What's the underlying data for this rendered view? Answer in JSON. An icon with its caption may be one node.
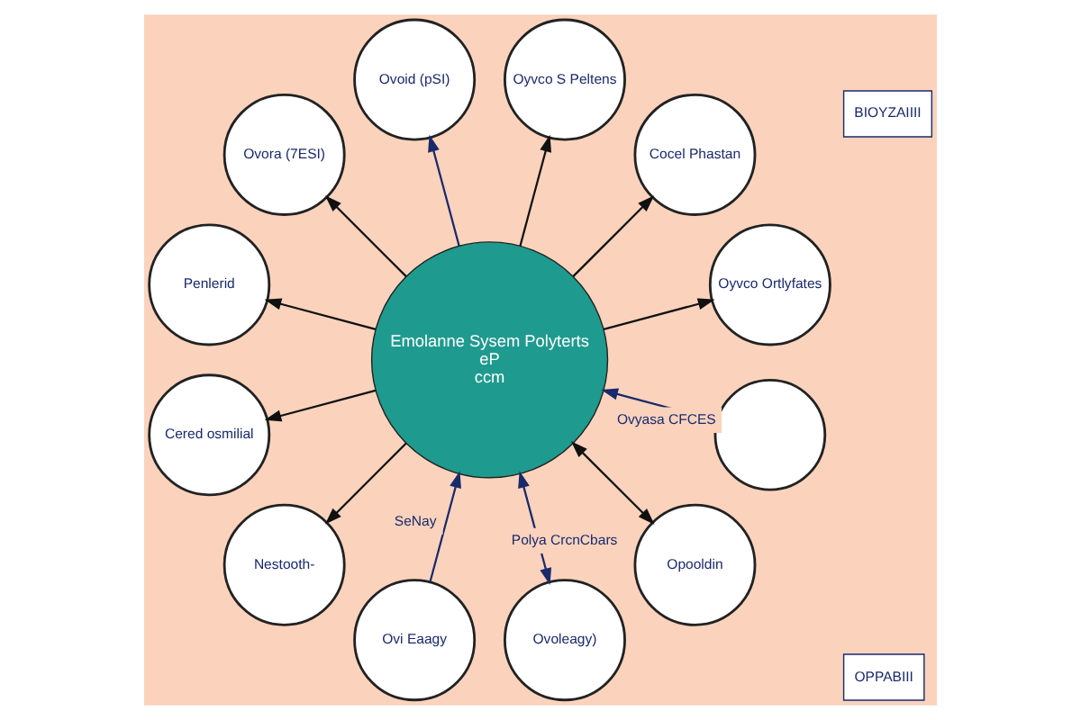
{
  "diagram": {
    "nodes": [
      {
        "text": [
          "Oyvco Ortlyfates"
        ]
      },
      {
        "text": [
          "Cocel Phastan"
        ]
      },
      {
        "text": [
          "Oyvco S Peltens"
        ]
      },
      {
        "text": [
          "Ovi Eaagy"
        ]
      },
      {
        "text": [
          "Emolanne Sysem Polyterts",
          "eP",
          "ccm"
        ]
      },
      {
        "text": [
          "Ovoleagy)"
        ]
      },
      {
        "text": [
          "Ovoid (pSI)"
        ]
      },
      {
        "text": [
          "Ovora (7ESI)"
        ]
      },
      {
        "text": [
          "Opooldin"
        ]
      },
      {
        "text": [],
        "shape": "circle"
      },
      {
        "text": [
          "Penlerid"
        ]
      },
      {
        "text": [
          "Cered osmilial"
        ]
      },
      {
        "text": [
          "Nestooth-"
        ]
      }
    ],
    "edges": [
      {
        "from": 4,
        "to": 0,
        "arrow": "to"
      },
      {
        "from": 4,
        "to": 1,
        "arrow": "to"
      },
      {
        "from": 4,
        "to": 2,
        "arrow": "to"
      },
      {
        "from": 3,
        "to": 4,
        "arrow": "to",
        "label": "SeNay",
        "color": "#1a2a6c"
      },
      {
        "from": 5,
        "to": 4,
        "arrow": "both",
        "label": "Polya CrcnCbars",
        "color": "#1a2a6c"
      },
      {
        "from": 4,
        "to": 6,
        "arrow": "to",
        "color": "#1a2a6c"
      },
      {
        "from": 4,
        "to": 7,
        "arrow": "to"
      },
      {
        "from": 8,
        "to": 4,
        "arrow": "both"
      },
      {
        "from": 9,
        "to": 4,
        "arrow": "to",
        "label": "Ovyasa CFCES",
        "color": "#1a2a6c"
      },
      {
        "from": 4,
        "to": 10,
        "arrow": "to"
      },
      {
        "from": 4,
        "to": 11,
        "arrow": "to"
      },
      {
        "from": 4,
        "to": 12,
        "arrow": "to"
      }
    ],
    "labels": [
      "OPPABIII",
      "BIOYZAIIII"
    ]
  }
}
